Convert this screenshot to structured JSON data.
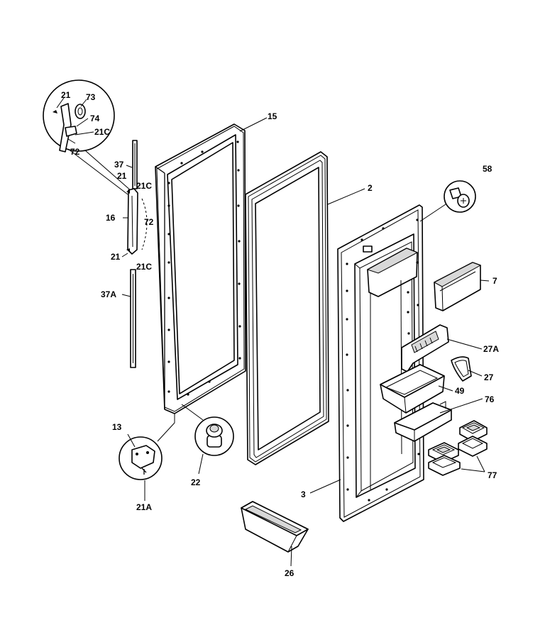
{
  "callouts": [
    {
      "id": "21",
      "text": "21"
    },
    {
      "id": "73",
      "text": "73"
    },
    {
      "id": "74",
      "text": "74"
    },
    {
      "id": "21C",
      "text": "21C"
    },
    {
      "id": "72",
      "text": "72"
    },
    {
      "id": "37",
      "text": "37"
    },
    {
      "id": "21b",
      "text": "21"
    },
    {
      "id": "21Cb",
      "text": "21C"
    },
    {
      "id": "16",
      "text": "16"
    },
    {
      "id": "72b",
      "text": "72"
    },
    {
      "id": "21c",
      "text": "21"
    },
    {
      "id": "21Cc",
      "text": "21C"
    },
    {
      "id": "37A",
      "text": "37A"
    },
    {
      "id": "15",
      "text": "15"
    },
    {
      "id": "2",
      "text": "2"
    },
    {
      "id": "58",
      "text": "58"
    },
    {
      "id": "7",
      "text": "7"
    },
    {
      "id": "27A",
      "text": "27A"
    },
    {
      "id": "27",
      "text": "27"
    },
    {
      "id": "49",
      "text": "49"
    },
    {
      "id": "76",
      "text": "76"
    },
    {
      "id": "77",
      "text": "77"
    },
    {
      "id": "13",
      "text": "13"
    },
    {
      "id": "21A",
      "text": "21A"
    },
    {
      "id": "22",
      "text": "22"
    },
    {
      "id": "3",
      "text": "3"
    },
    {
      "id": "26",
      "text": "26"
    }
  ]
}
